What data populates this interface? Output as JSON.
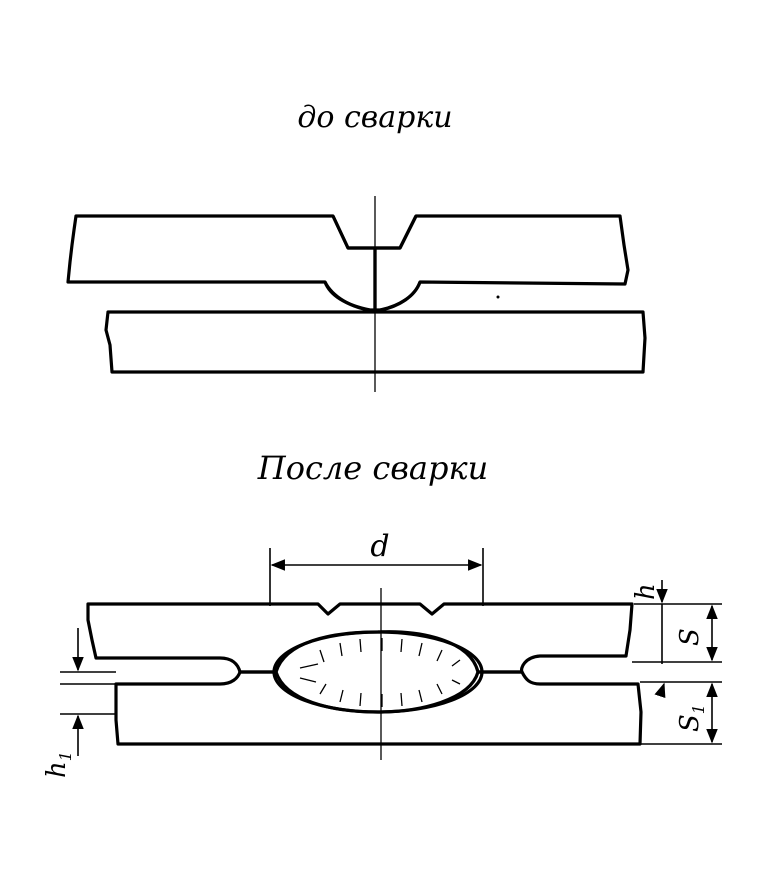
{
  "captions": {
    "before": "до сварки",
    "after": "После сварки"
  },
  "dimensions": {
    "d": "d",
    "h": "h",
    "s": "S",
    "s1": "S",
    "s1_sub": "1",
    "h1": "h",
    "h1_sub": "1"
  },
  "colors": {
    "ink": "#000000",
    "paper": "#ffffff"
  }
}
